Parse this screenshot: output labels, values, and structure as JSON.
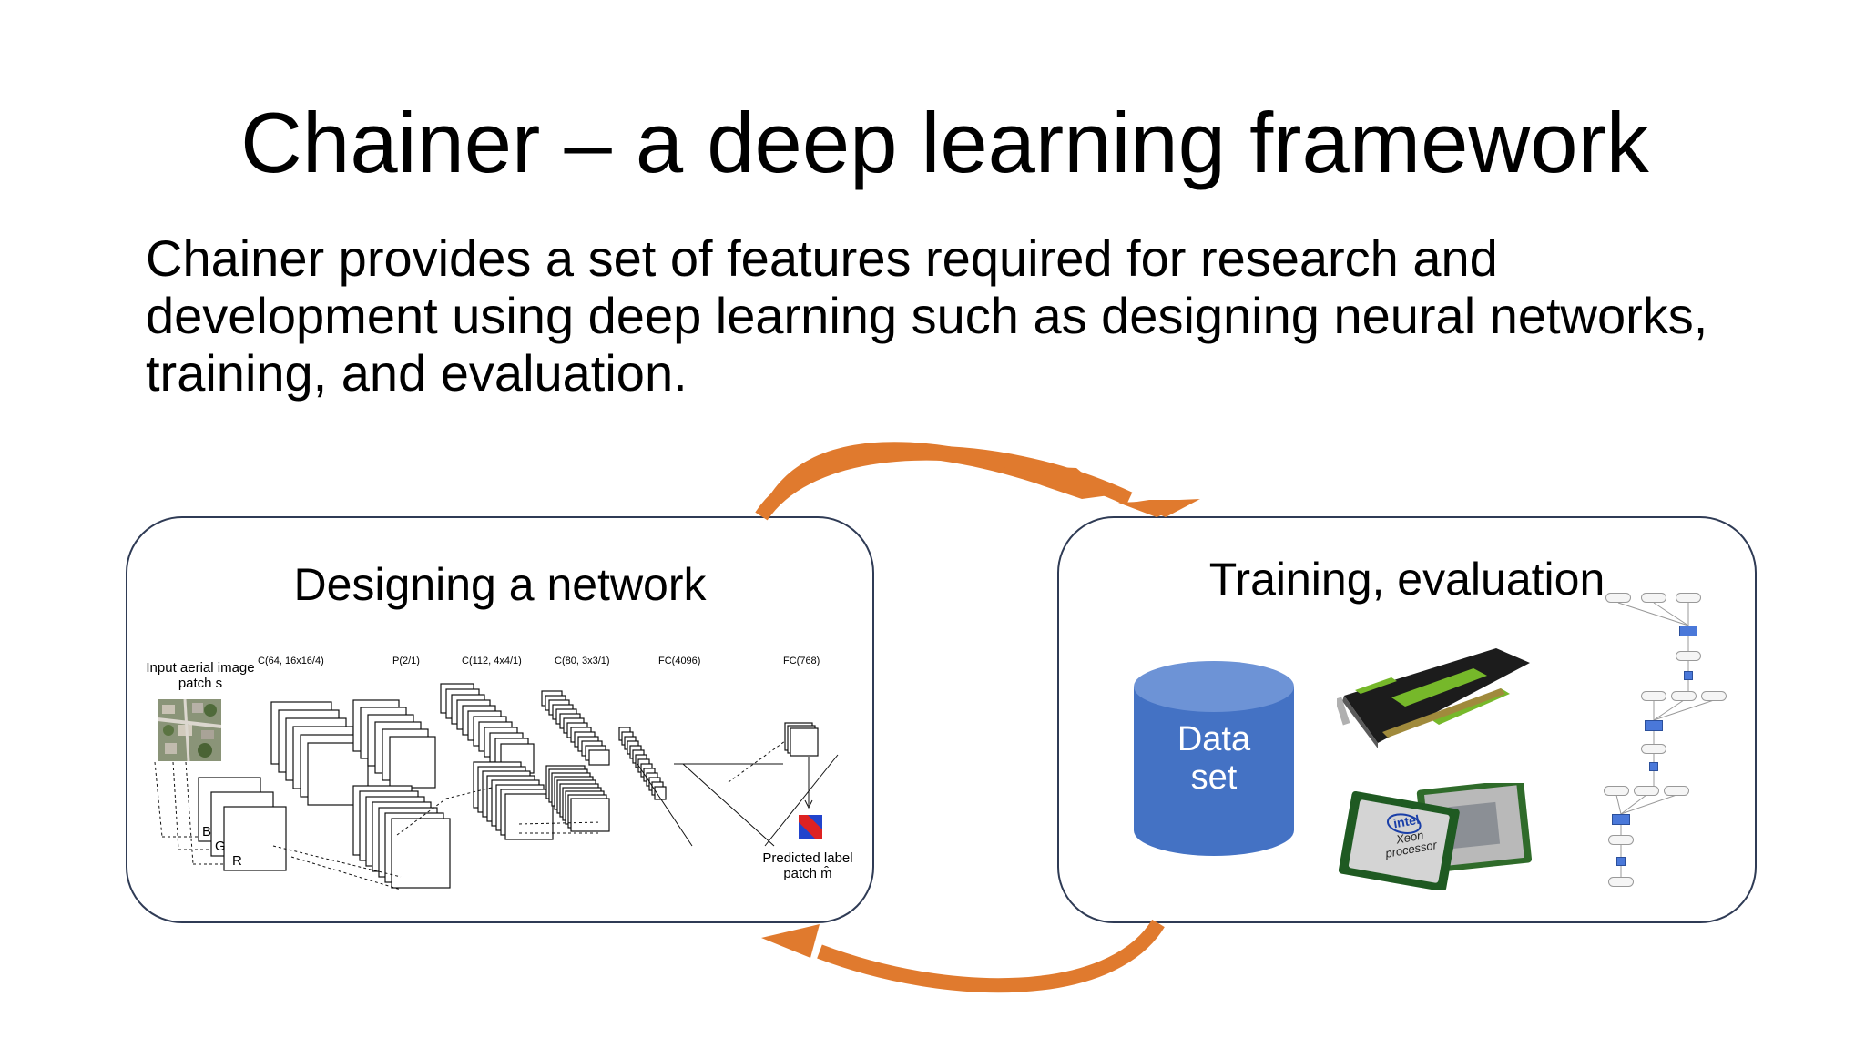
{
  "slide": {
    "title": "Chainer – a deep learning framework",
    "body": "Chainer provides a set of features required for research and development using deep learning such as designing neural networks, training, and evaluation."
  },
  "panels": {
    "design": {
      "heading": "Designing a network",
      "input_label": "Input aerial image patch s",
      "layer_labels": [
        "C(64, 16x16/4)",
        "P(2/1)",
        "C(112, 4x4/1)",
        "C(80, 3x3/1)",
        "FC(4096)",
        "FC(768)"
      ],
      "channels": [
        "B",
        "G",
        "R"
      ],
      "output_label": "Predicted label patch m̂"
    },
    "train": {
      "heading": "Training, evaluation",
      "dataset_label_line1": "Data",
      "dataset_label_line2": "set",
      "cpu_brand": "intel",
      "cpu_line1": "Xeon",
      "cpu_line2": "processor"
    }
  },
  "colors": {
    "arrow": "#e07a2e",
    "cylinder": "#4472c4",
    "cylinder_top": "#6d93d6",
    "panel_border": "#2f3b55",
    "gpu_green": "#76b82a"
  },
  "icons": [
    "cycle-arrow-top",
    "cycle-arrow-bottom",
    "gpu-card-image",
    "cpu-chip-image",
    "computational-graph-image",
    "aerial-photo-image"
  ]
}
